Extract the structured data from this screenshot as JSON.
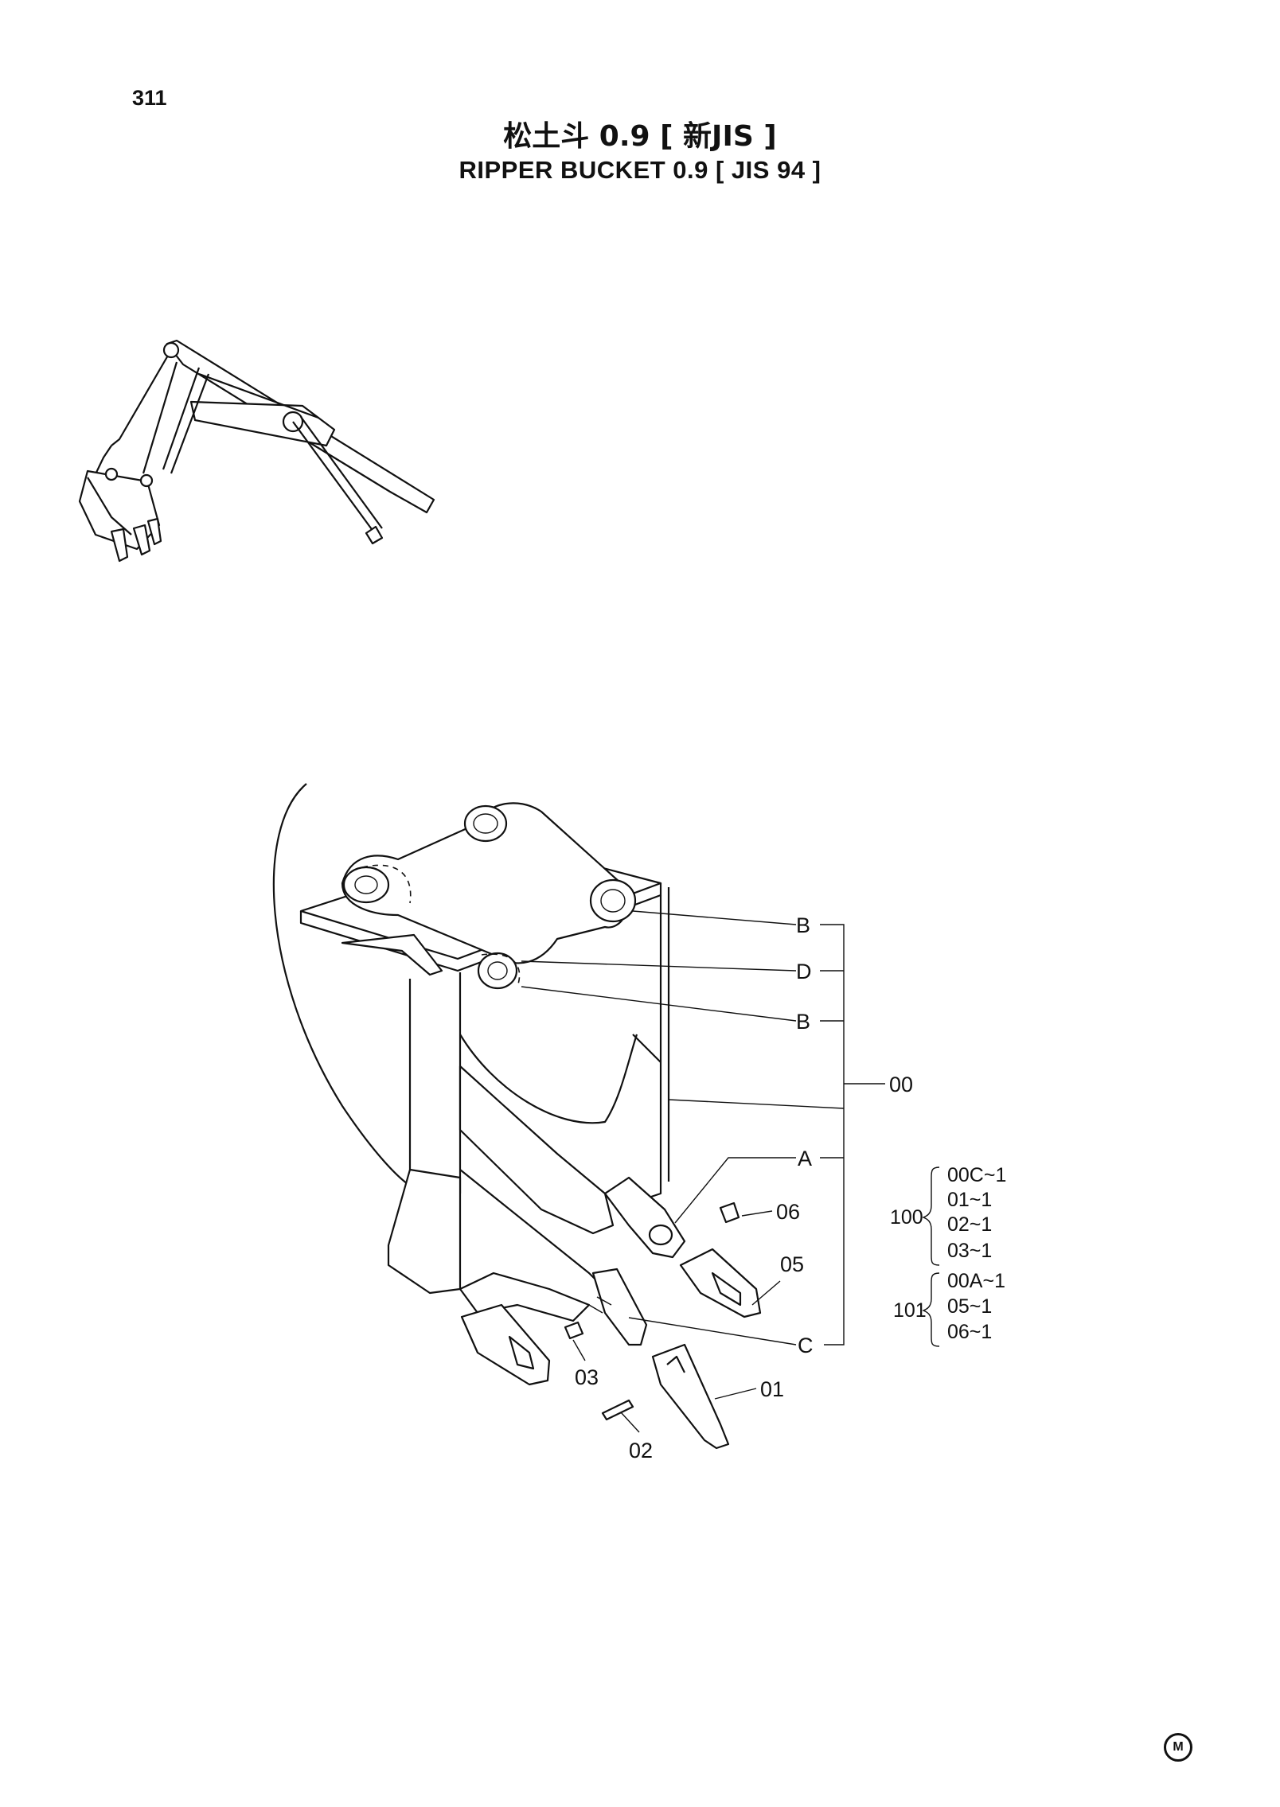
{
  "page": {
    "number": "311"
  },
  "title": {
    "cn": "松土斗  0.9 [ 新JIS ]",
    "en": "RIPPER  BUCKET  0.9 [ JIS 94 ]"
  },
  "callouts": {
    "B1": "B",
    "D": "D",
    "B2": "B",
    "c00": "00",
    "A": "A",
    "p06": "06",
    "p05": "05",
    "C": "C",
    "p03": "03",
    "p01": "01",
    "p02": "02"
  },
  "groups": [
    {
      "id": "100",
      "items": [
        "00C~1",
        "01~1",
        "02~1",
        "03~1"
      ]
    },
    {
      "id": "101",
      "items": [
        "00A~1",
        "05~1",
        "06~1"
      ]
    }
  ],
  "mark": "M"
}
